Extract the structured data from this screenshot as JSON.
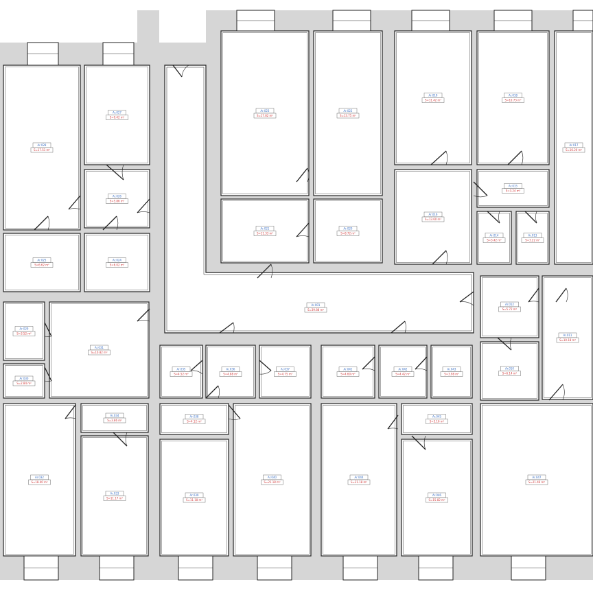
{
  "plan": {
    "wall_color": "#d6d6d6",
    "line_color": "#222222",
    "code_color": "#3a6fc4",
    "area_color": "#d23a3a"
  },
  "rooms": [
    {
      "code": "Ar.028",
      "area": "S=17.51 m²"
    },
    {
      "code": "Ar.027",
      "area": "S=9.42 m²"
    },
    {
      "code": "Ar.026",
      "area": "S=5.86 m²"
    },
    {
      "code": "Ar.025",
      "area": "S=6.62 m²"
    },
    {
      "code": "Ar.024",
      "area": "S=6.02 m²"
    },
    {
      "code": "Ar.023",
      "area": "S=17.82 m²"
    },
    {
      "code": "Ar.022",
      "area": "S=13.75 m²"
    },
    {
      "code": "Ar.021",
      "area": "S=11.33 m²"
    },
    {
      "code": "Ar.020",
      "area": "S=8.72 m²"
    },
    {
      "code": "Ar.019",
      "area": "S=11.42 m²"
    },
    {
      "code": "Ar.018",
      "area": "S=10.73 m²"
    },
    {
      "code": "Ar.017",
      "area": "S=16.20 m²"
    },
    {
      "code": "Ar.016",
      "area": "S=13.60 m²"
    },
    {
      "code": "Ar.015",
      "area": "S=3.24 m²"
    },
    {
      "code": "Ar.014",
      "area": "S=3.42 m²"
    },
    {
      "code": "Ar.013",
      "area": "S=3.22 m²"
    },
    {
      "code": "Ar.012",
      "area": "S=5.72 m²"
    },
    {
      "code": "Ar.011",
      "area": "S=10.18 m²"
    },
    {
      "code": "Ar.010",
      "area": "S=6.14 m²"
    },
    {
      "code": "Ar.029",
      "area": "S=3.52 m²"
    },
    {
      "code": "Ar.030",
      "area": "S=2.84 m²"
    },
    {
      "code": "Ar.031",
      "area": "S=10.82 m²"
    },
    {
      "code": "Ar.032",
      "area": "S=18.40 m²"
    },
    {
      "code": "Ar.033",
      "area": "S=11.17 m²"
    },
    {
      "code": "Ar.034",
      "area": "S=3.86 m²"
    },
    {
      "code": "Ar.035",
      "area": "S=4.52 m²"
    },
    {
      "code": "Ar.036",
      "area": "S=4.88 m²"
    },
    {
      "code": "Ar.037",
      "area": "S=4.75 m²"
    },
    {
      "code": "Ar.038",
      "area": "S=4.12 m²"
    },
    {
      "code": "Ar.039",
      "area": "S=11.18 m²"
    },
    {
      "code": "Ar.040",
      "area": "S=21.18 m²"
    },
    {
      "code": "Ar.041",
      "area": "S=4.60 m²"
    },
    {
      "code": "Ar.042",
      "area": "S=4.42 m²"
    },
    {
      "code": "Ar.043",
      "area": "S=3.98 m²"
    },
    {
      "code": "Ar.044",
      "area": "S=21.18 m²"
    },
    {
      "code": "Ar.045",
      "area": "S=3.16 m²"
    },
    {
      "code": "Ar.046",
      "area": "S=15.82 m²"
    },
    {
      "code": "Ar.047",
      "area": "S=21.46 m²"
    },
    {
      "code": "Ar.001",
      "area": "S=39.88 m²"
    }
  ]
}
